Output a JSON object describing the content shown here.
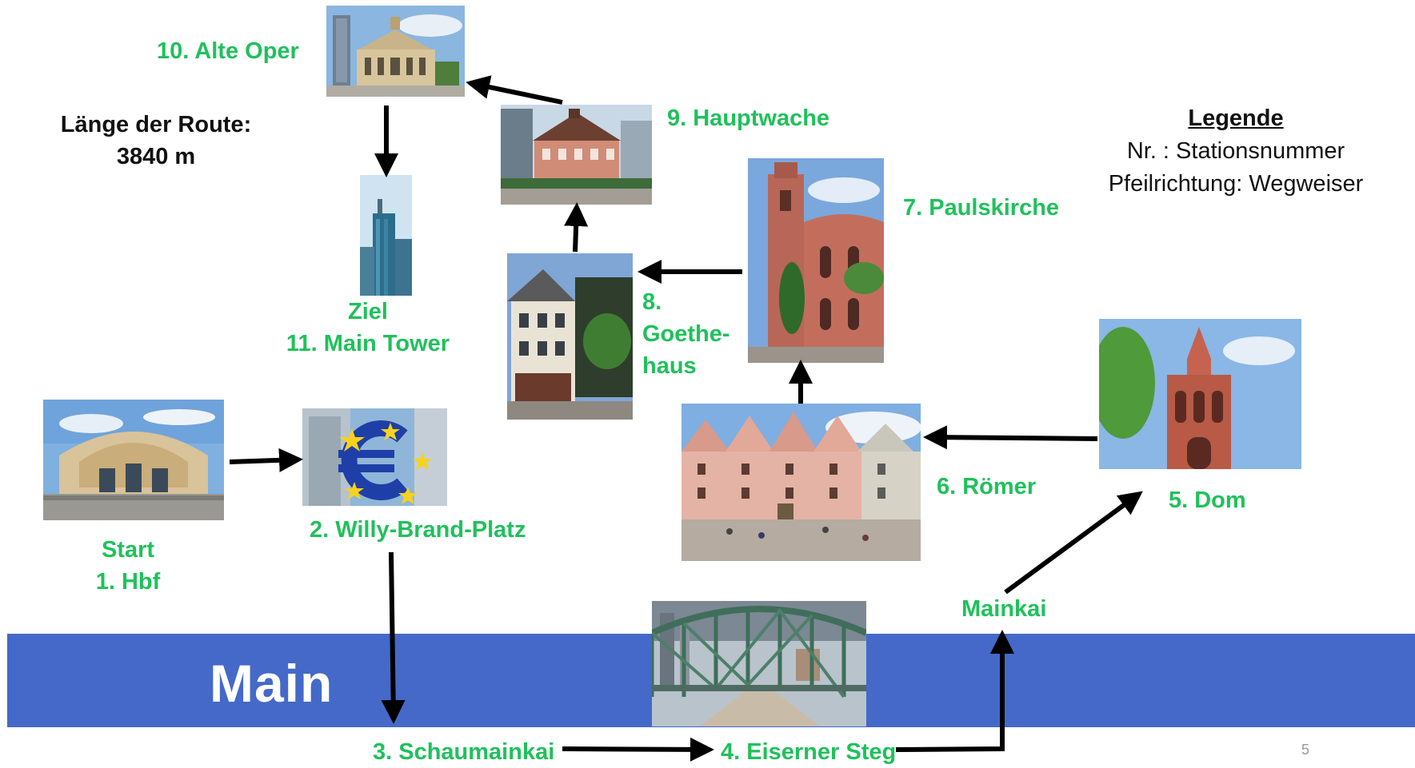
{
  "river": {
    "label": "Main"
  },
  "route_length": {
    "line1": "Länge der Route:",
    "line2": "3840 m"
  },
  "legend": {
    "title": "Legende",
    "line1": "Nr. : Stationsnummer",
    "line2": "Pfeilrichtung: Wegweiser"
  },
  "stations": {
    "hbf": {
      "line1": "Start",
      "line2": "1. Hbf"
    },
    "willy_brandt": {
      "label": "2. Willy-Brand-Platz"
    },
    "schaumainkai": {
      "label": "3. Schaumainkai"
    },
    "eiserner_steg": {
      "label": "4. Eiserner Steg"
    },
    "mainkai": {
      "label": "Mainkai"
    },
    "dom": {
      "label": "5. Dom"
    },
    "roemer": {
      "label": "6. Römer"
    },
    "paulskirche": {
      "label": "7. Paulskirche"
    },
    "goethehaus": {
      "line1": "8.",
      "line2": "Goethe-",
      "line3": "haus"
    },
    "hauptwache": {
      "label": "9. Hauptwache"
    },
    "alte_oper": {
      "label": "10. Alte Oper"
    },
    "main_tower": {
      "line1": "Ziel",
      "line2": "11. Main Tower"
    }
  },
  "page_number": "5",
  "colors": {
    "station_text": "#1fc15b",
    "river": "#4469c8",
    "arrow": "#000000"
  }
}
